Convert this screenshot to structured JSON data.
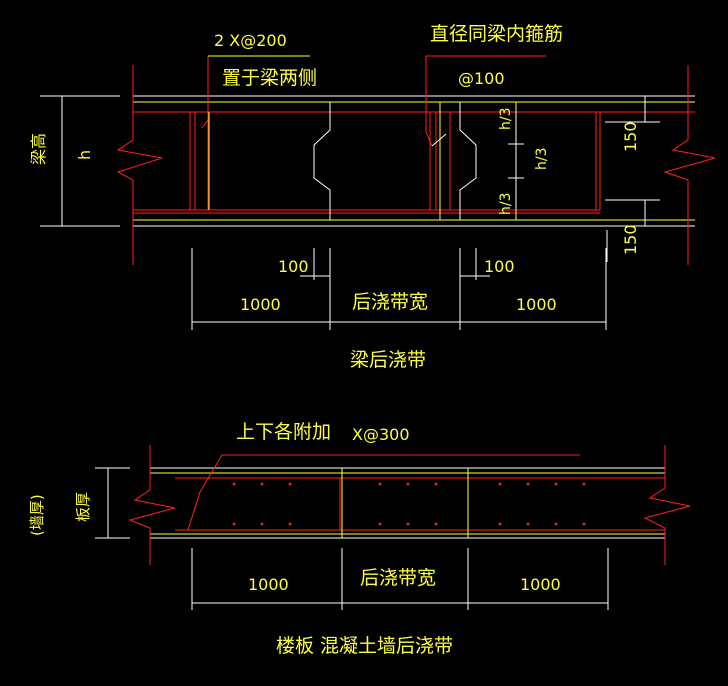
{
  "colors": {
    "background": "#000000",
    "outline": "#ff2020",
    "rebar": "#ff2020",
    "dimension": "#ffffff",
    "text": "#ffff40",
    "yellow_line": "#ffff40"
  },
  "beam_detail": {
    "title": "梁后浇带",
    "label_top_left_1": "2 X@200",
    "label_top_left_2": "置于梁两侧",
    "label_top_right_1": "直径同梁内箍筋",
    "label_top_right_2": "@100",
    "left_label_1": "梁高",
    "left_label_2": "h",
    "h3_upper": "h/3",
    "h3_middle": "h/3",
    "h3_lower": "h/3",
    "dim_150_upper": "150",
    "dim_150_lower": "150",
    "dim_100_left": "100",
    "dim_100_right": "100",
    "dim_1000_left": "1000",
    "dim_1000_right": "1000",
    "post_pour_width": "后浇带宽"
  },
  "slab_detail": {
    "title": "楼板  混凝土墙后浇带",
    "label_top_1": "上下各附加",
    "label_top_2": "X@300",
    "left_label_1": "(墙厚)",
    "left_label_2": "板厚",
    "dim_1000_left": "1000",
    "dim_1000_right": "1000",
    "post_pour_width": "后浇带宽"
  }
}
